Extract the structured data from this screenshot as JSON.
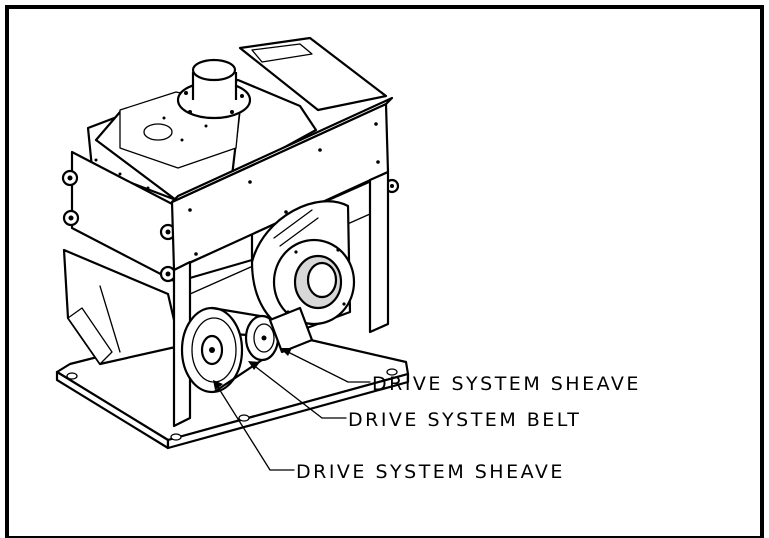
{
  "callouts": [
    {
      "id": "sheave-upper",
      "label": "DRIVE SYSTEM SHEAVE"
    },
    {
      "id": "belt",
      "label": "DRIVE SYSTEM BELT"
    },
    {
      "id": "sheave-lower",
      "label": "DRIVE SYSTEM SHEAVE"
    }
  ],
  "colors": {
    "line": "#000000",
    "background": "#ffffff"
  }
}
